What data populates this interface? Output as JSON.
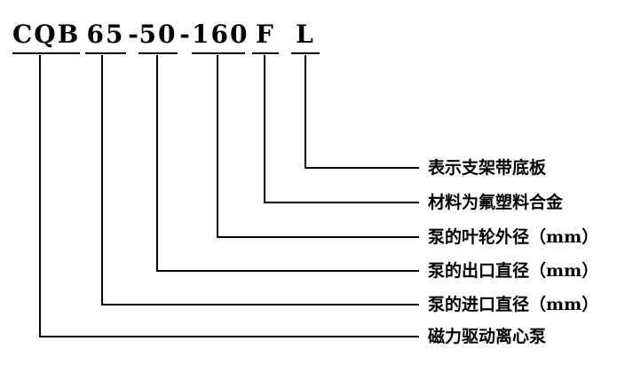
{
  "diagram": {
    "title": "pump-model-designation",
    "separator": "-",
    "line_color": "#000000",
    "segments": [
      {
        "code": "CQB",
        "label": "磁力驱动离心泵"
      },
      {
        "code": "65",
        "label": "泵的进口直径（mm）"
      },
      {
        "code": "50",
        "label": "泵的出口直径（mm）"
      },
      {
        "code": "160",
        "label": "泵的叶轮外径（mm）"
      },
      {
        "code": "F",
        "label": "材料为氟塑料合金"
      },
      {
        "code": "L",
        "label": "表示支架带底板"
      }
    ]
  }
}
